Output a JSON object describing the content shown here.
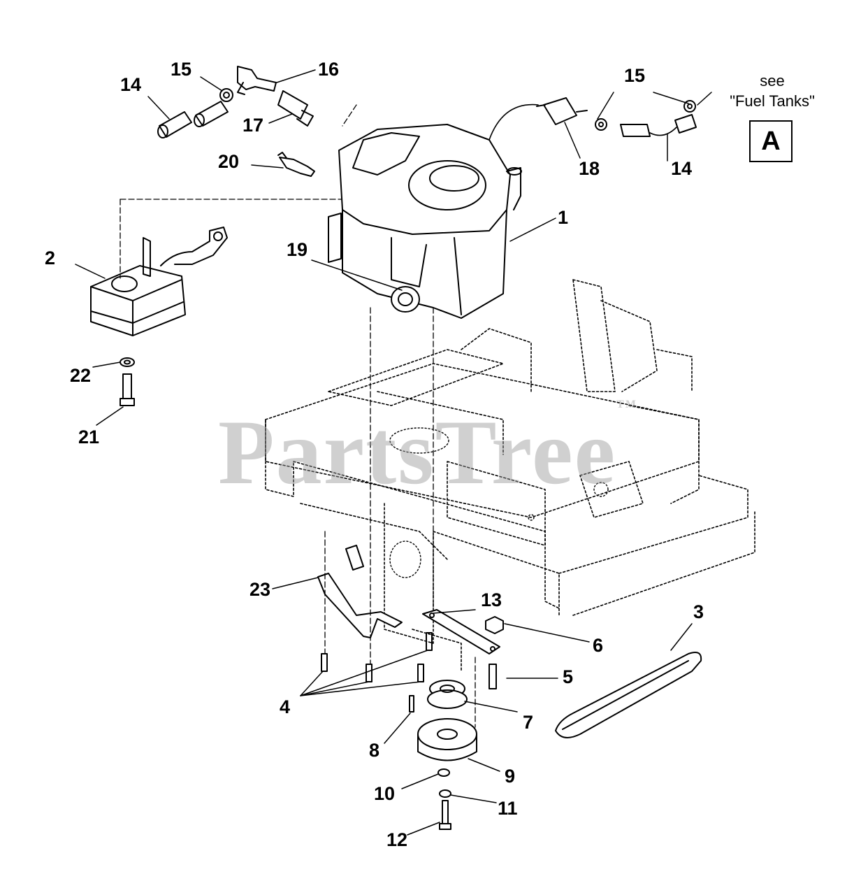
{
  "diagram": {
    "callouts": {
      "c1": "1",
      "c2": "2",
      "c3": "3",
      "c4": "4",
      "c5": "5",
      "c6": "6",
      "c7": "7",
      "c8": "8",
      "c9": "9",
      "c10": "10",
      "c11": "11",
      "c12": "12",
      "c13": "13",
      "c14a": "14",
      "c14b": "14",
      "c15a": "15",
      "c15b": "15",
      "c16": "16",
      "c17": "17",
      "c18": "18",
      "c19": "19",
      "c20": "20",
      "c21": "21",
      "c22": "22",
      "c23": "23"
    },
    "reference_note_line1": "see",
    "reference_note_line2": "\"Fuel Tanks\"",
    "reference_box": "A",
    "watermark": "PartsTree",
    "watermark_tm": "TM"
  },
  "colors": {
    "line": "#000000",
    "watermark": "#969696",
    "background": "#ffffff"
  }
}
